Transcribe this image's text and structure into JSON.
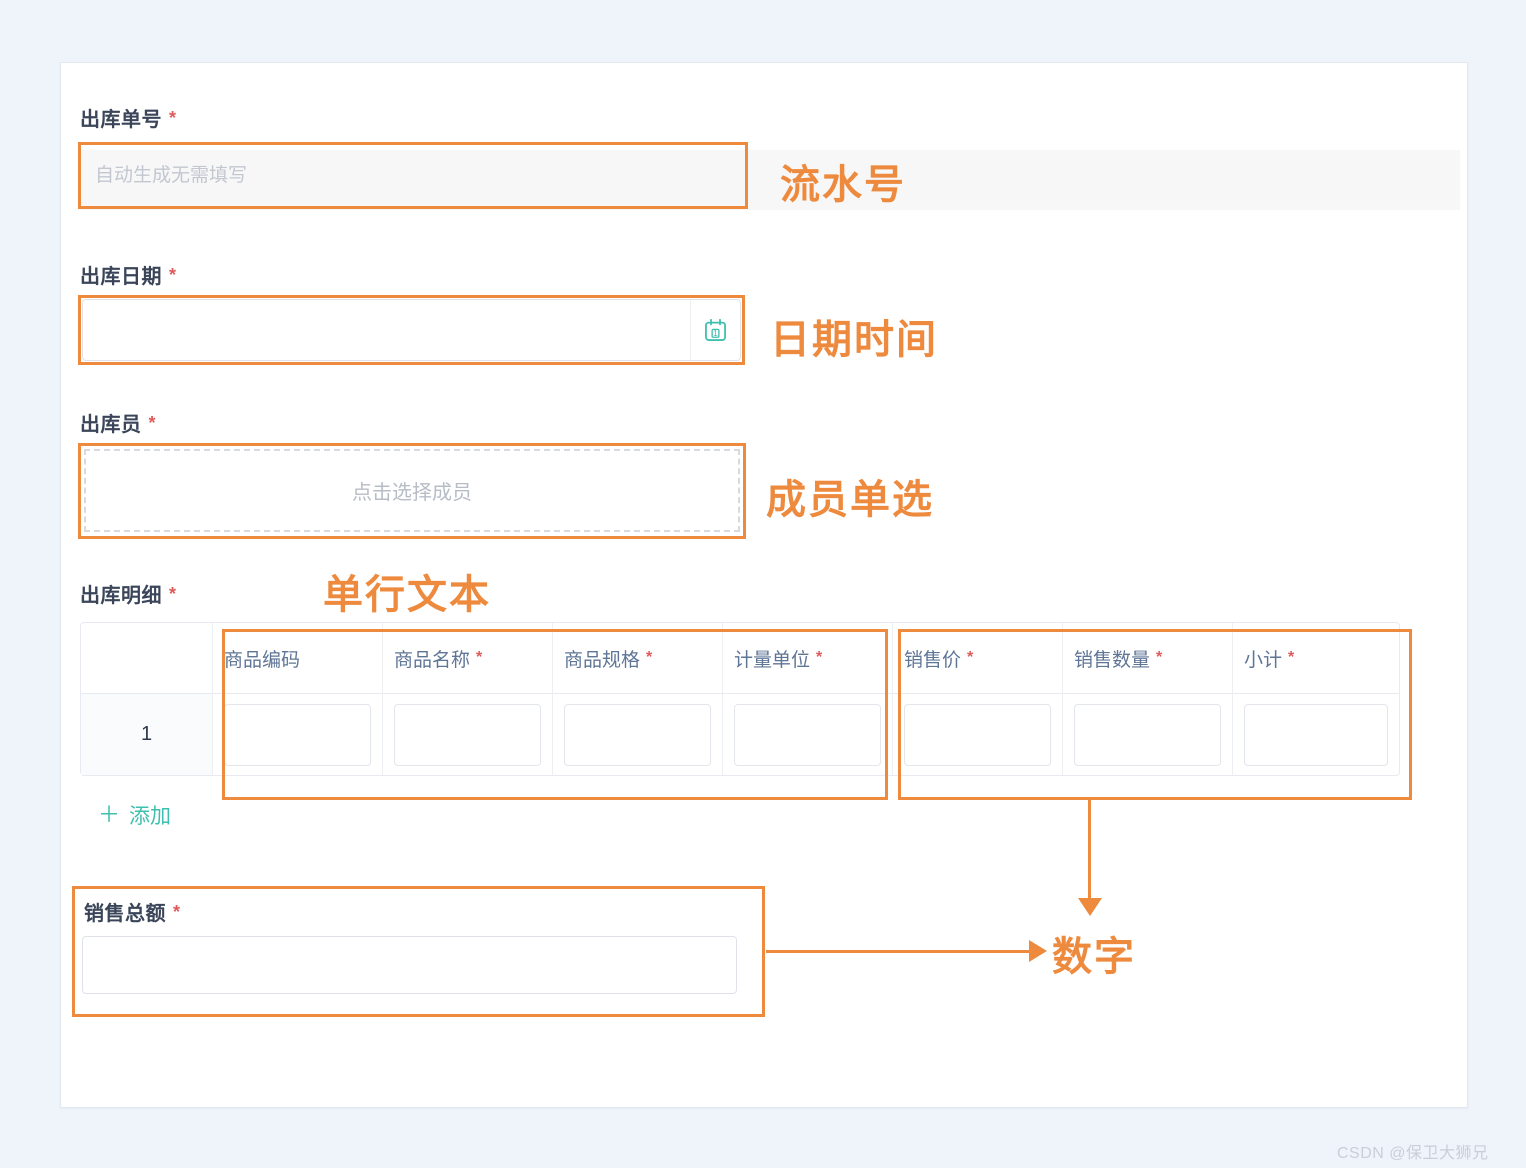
{
  "ui": {
    "required_marker": "*"
  },
  "colors": {
    "accent_orange": "#ED8A3E",
    "teal": "#3FC0AE",
    "required_red": "#E05A5A",
    "header_text": "#5F7596",
    "page_background": "#EFF4FA"
  },
  "form": {
    "fields": {
      "order_no": {
        "label": "出库单号",
        "placeholder": "自动生成无需填写",
        "annotation": "流水号"
      },
      "order_date": {
        "label": "出库日期",
        "value": "",
        "icon": "calendar-icon",
        "annotation": "日期时间"
      },
      "clerk": {
        "label": "出库员",
        "placeholder": "点击选择成员",
        "annotation": "成员单选"
      }
    },
    "subform": {
      "label": "出库明细",
      "annotation": "单行文本",
      "columns": {
        "c0": {
          "label": "商品编码"
        },
        "c1": {
          "label": "商品名称"
        },
        "c2": {
          "label": "商品规格"
        },
        "c3": {
          "label": "计量单位"
        },
        "c4": {
          "label": "销售价"
        },
        "c5": {
          "label": "销售数量"
        },
        "c6": {
          "label": "小计"
        }
      },
      "rows": {
        "r0": {
          "index": "1"
        }
      },
      "add_icon": "＋",
      "add_label": "添加"
    },
    "total": {
      "label": "销售总额",
      "value": "",
      "annotation": "数字"
    }
  },
  "page": {
    "watermark": "CSDN @保卫大狮兄"
  }
}
